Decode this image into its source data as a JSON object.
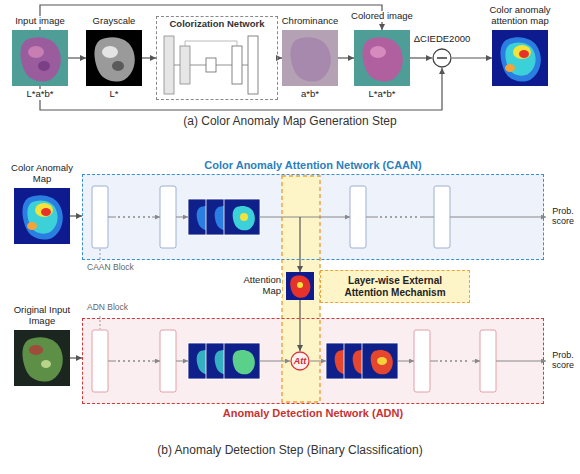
{
  "diagram": {
    "nodes": [
      {
        "text": [
          "Input image",
          "L*a*b*"
        ]
      },
      {
        "text": [
          "Grayscale",
          "L*"
        ]
      },
      {
        "text": [
          "Colorization Network"
        ]
      },
      {
        "text": [
          "Chrominance",
          "a*b*"
        ]
      },
      {
        "text": [
          "Colored image",
          "L*a*b*"
        ]
      },
      {
        "text": [
          "ΔCIEDE2000"
        ]
      },
      {
        "text": [
          "Color anomaly attention map"
        ]
      },
      {
        "text": [
          "Color Anomaly Map"
        ]
      },
      {
        "text": [
          "Color Anomaly Attention Network (CAAN)"
        ]
      },
      {
        "text": [
          "Original Input Image"
        ]
      },
      {
        "text": [
          "Anomaly Detection Network (ADN)"
        ]
      },
      {
        "text": [
          "Attention Map"
        ]
      },
      {
        "text": [
          "Layer-wise External Attention Mechanism"
        ]
      },
      {
        "text": [
          "Att"
        ],
        "in": 10
      }
    ],
    "edges": [
      {
        "from": 0,
        "to": 1,
        "arrow": "to"
      },
      {
        "from": 1,
        "to": 2,
        "arrow": "to"
      },
      {
        "from": 2,
        "to": 3,
        "arrow": "to"
      },
      {
        "from": 3,
        "to": 4,
        "arrow": "to"
      },
      {
        "from": 0,
        "to": 4,
        "arrow": "to"
      },
      {
        "from": 4,
        "to": 5,
        "arrow": "to"
      },
      {
        "from": 0,
        "to": 5,
        "arrow": "to"
      },
      {
        "from": 5,
        "to": 6,
        "arrow": "to"
      },
      {
        "from": 7,
        "to": 8,
        "arrow": "to"
      },
      {
        "from": 9,
        "to": 10,
        "arrow": "to"
      },
      {
        "from": 8,
        "to": 11,
        "arrow": "to"
      },
      {
        "from": 11,
        "to": 13,
        "arrow": "to"
      }
    ],
    "labels": [
      "(a) Color Anomaly Map Generation Step",
      "Prob. score",
      "CAAN Block",
      "ADN Block",
      "Prob. score",
      "(b) Anomaly Detection Step (Binary Classification)"
    ]
  }
}
